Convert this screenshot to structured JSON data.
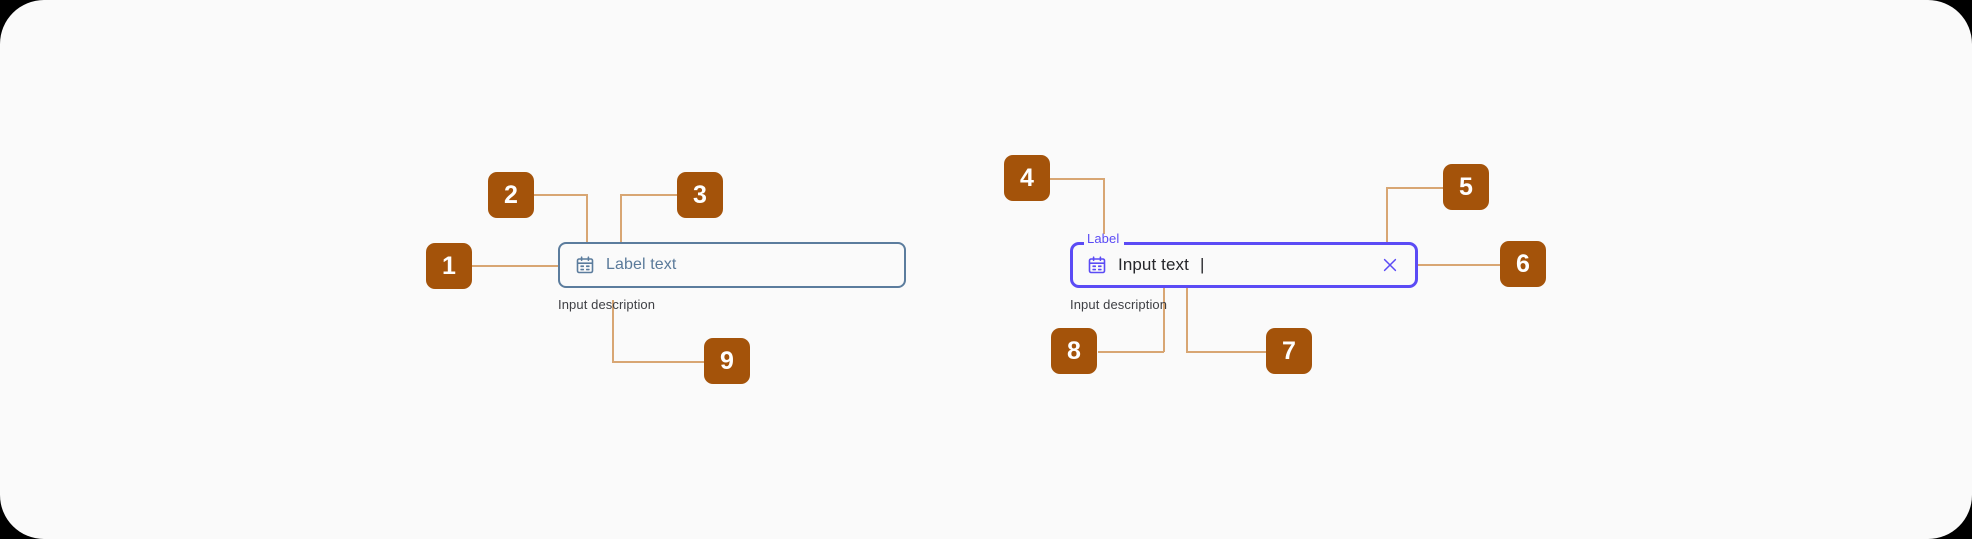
{
  "theme": {
    "page_background": "#fafafa",
    "badge_color": "#a4530a",
    "badge_text_color": "#ffffff",
    "connector_color": "#d8a673",
    "default_border_color": "#5b7c9d",
    "default_text_color": "#5a7a9a",
    "focus_border_color": "#5b4bf5",
    "focus_label_color": "#5b4bf5",
    "value_text_color": "#26272b",
    "description_text_color": "#3f4045"
  },
  "default_field": {
    "placeholder": "Label text",
    "description": "Input description",
    "leading_icon": "calendar-icon"
  },
  "focused_field": {
    "floating_label": "Label",
    "value": "Input text",
    "caret": "|",
    "description": "Input description",
    "leading_icon": "calendar-icon",
    "trailing_icon": "close-icon"
  },
  "annotations": [
    {
      "id": "1",
      "label": "1"
    },
    {
      "id": "2",
      "label": "2"
    },
    {
      "id": "3",
      "label": "3"
    },
    {
      "id": "4",
      "label": "4"
    },
    {
      "id": "5",
      "label": "5"
    },
    {
      "id": "6",
      "label": "6"
    },
    {
      "id": "7",
      "label": "7"
    },
    {
      "id": "8",
      "label": "8"
    },
    {
      "id": "9",
      "label": "9"
    }
  ]
}
